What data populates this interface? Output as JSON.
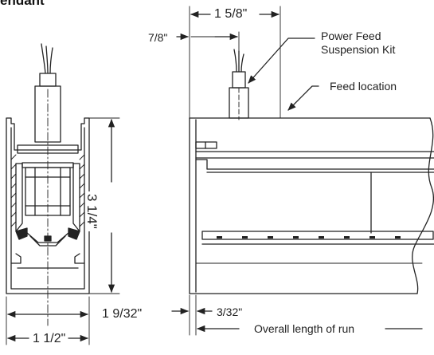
{
  "title": "endant",
  "left_view": {
    "height_label": "3 1/4\"",
    "depth_label": "1 9/32\"",
    "width_label": "1 1/2\""
  },
  "right_view": {
    "span_label": "1 5/8\"",
    "offset_label": "7/8\"",
    "kit_label_line1": "Power Feed",
    "kit_label_line2": "Suspension Kit",
    "feed_label": "Feed location",
    "end_gap_label": "3/32\"",
    "run_label": "Overall length of run"
  },
  "colors": {
    "line": "#222222",
    "paper": "#ffffff"
  }
}
